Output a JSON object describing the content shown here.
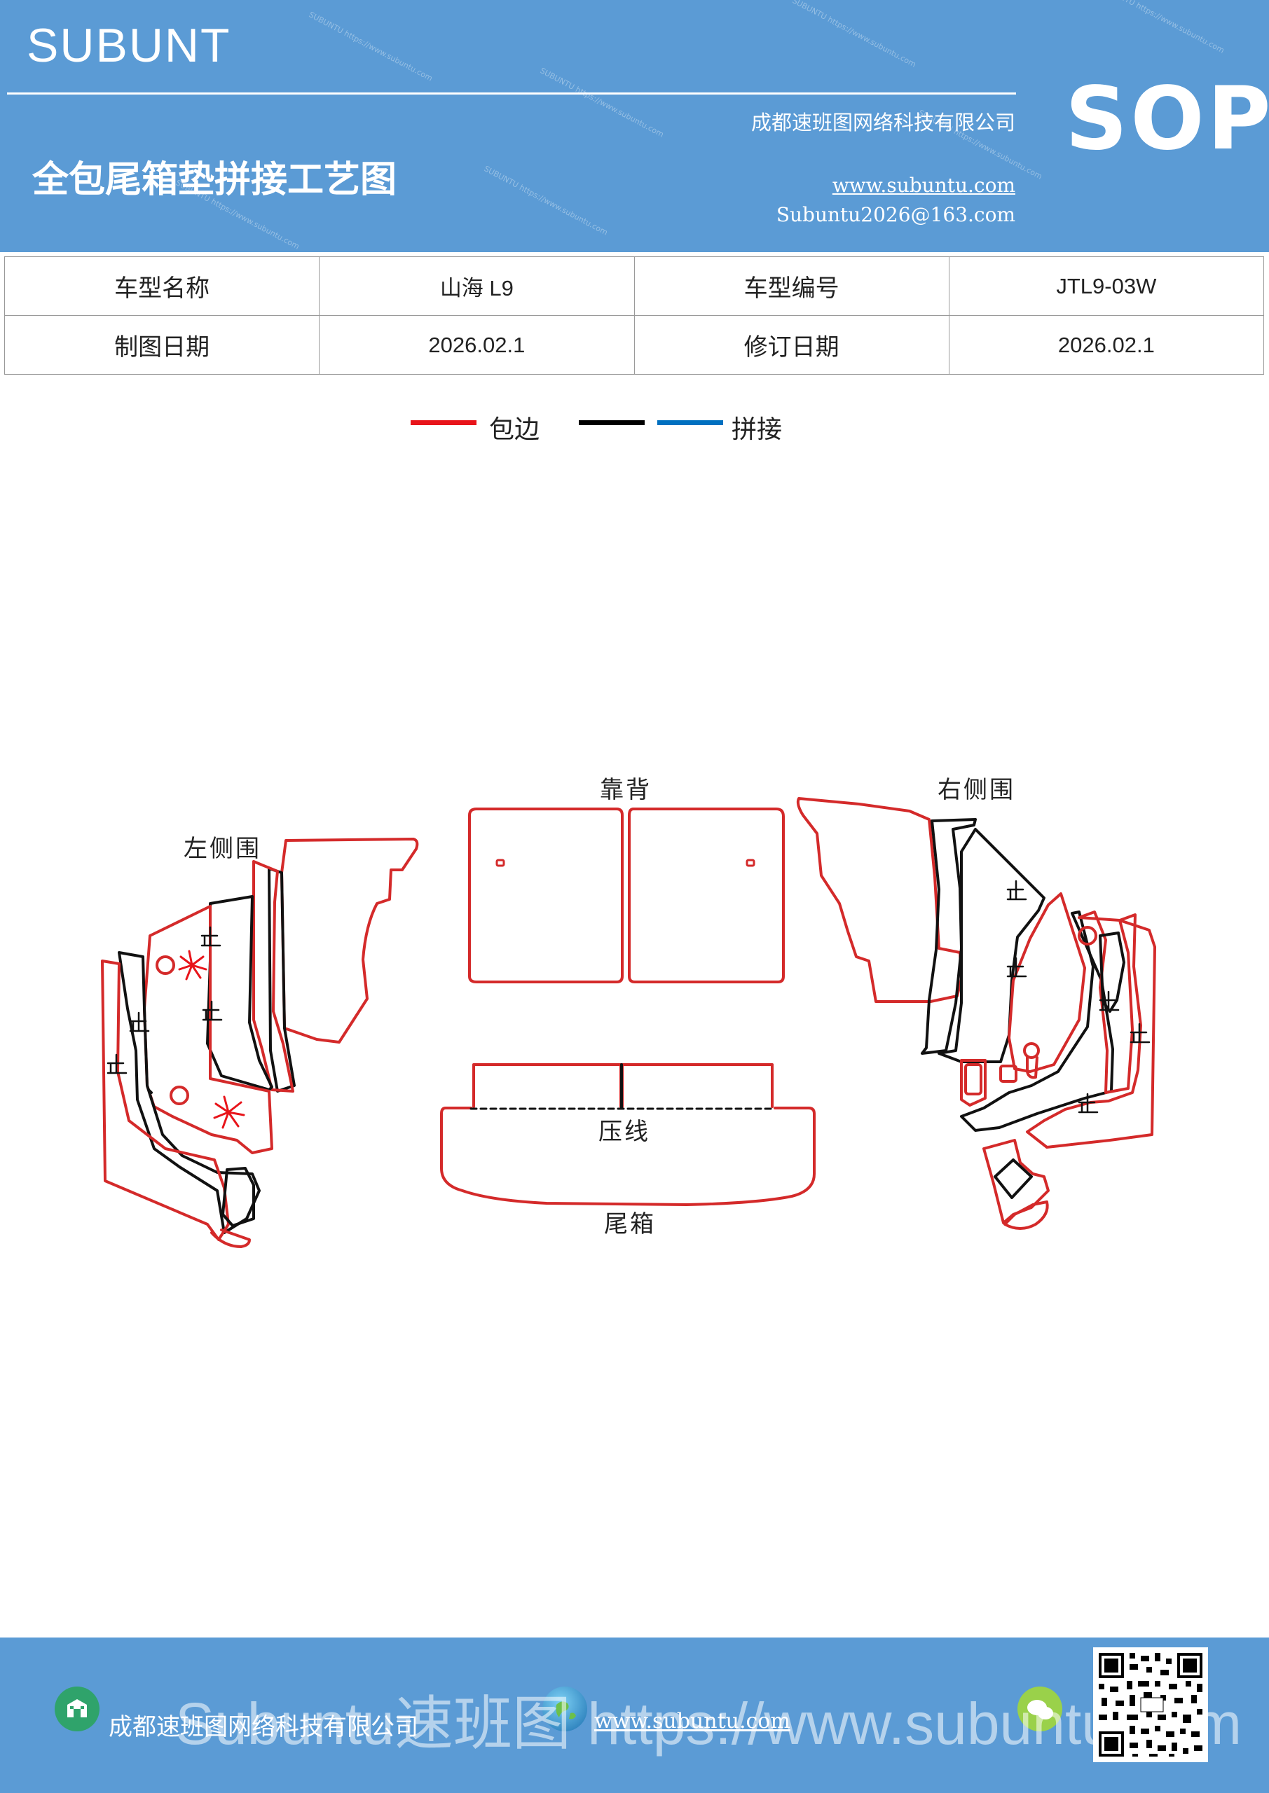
{
  "header": {
    "brand": "SUBUNT",
    "company": "成都速班图网络科技有限公司",
    "title": "全包尾箱垫拼接工艺图",
    "website": "www.subuntu.com",
    "email": "Subuntu2026@163.com",
    "badge": "SOP",
    "watermark": "SUBUNTU https://www.subuntu.com"
  },
  "info_table": {
    "rows": [
      {
        "label1": "车型名称",
        "value1": "山海 L9",
        "label2": "车型编号",
        "value2": "JTL9-03W"
      },
      {
        "label1": "制图日期",
        "value1": "2026.02.1",
        "label2": "修订日期",
        "value2": "2026.02.1"
      }
    ]
  },
  "legend": {
    "wrap_label": "包边",
    "splice_label": "拼接",
    "colors": {
      "wrap": "#e8141a",
      "black": "#000000",
      "splice": "#0070c0"
    }
  },
  "diagram": {
    "labels": {
      "left_side": "左侧围",
      "backrest": "靠背",
      "right_side": "右侧围",
      "press_line": "压线",
      "trunk": "尾箱"
    },
    "stop_mark": "止",
    "colors": {
      "edge": "#d42a2a",
      "seam": "#111111"
    }
  },
  "footer": {
    "company": "成都速班图网络科技有限公司",
    "website": "www.subuntu.com",
    "overlay": "Subuntu速班图 https://www.subuntu.com"
  }
}
